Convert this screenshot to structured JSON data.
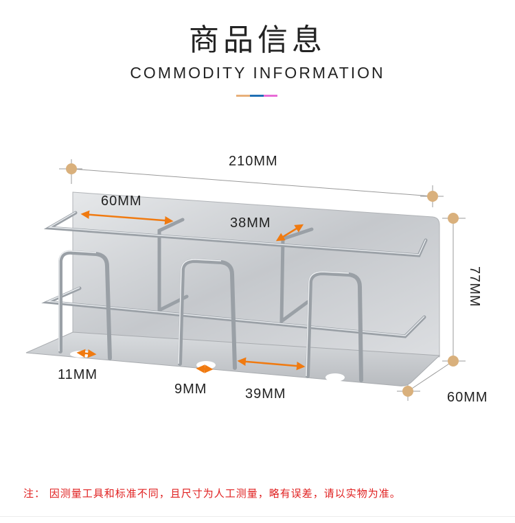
{
  "header": {
    "title_cn": "商品信息",
    "title_en": "COMMODITY INFORMATION"
  },
  "accent_colors": [
    "#e8b07a",
    "#1f6fb4",
    "#e86ad6"
  ],
  "dimensions": {
    "total_width": "210MM",
    "height": "77MM",
    "depth": "60MM",
    "cup_slot_width": "60MM",
    "cup_slot_depth": "38MM",
    "small_gap": "11MM",
    "center_gap": "9MM",
    "holder_gap": "39MM"
  },
  "product": {
    "material_color": "#c8cbcf",
    "marker_color": "#d9b07c",
    "arrow_color": "#f07a10"
  },
  "footer": {
    "note": "注：  因测量工具和标准不同，且尺寸为人工测量，略有误差，请以实物为准。"
  }
}
